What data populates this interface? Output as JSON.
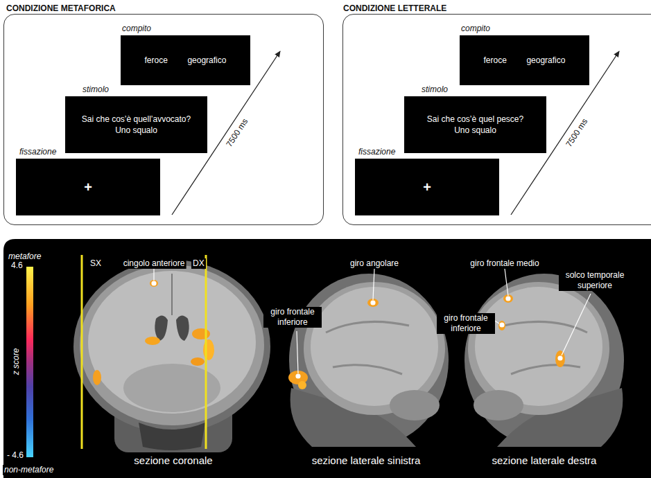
{
  "diagram": {
    "nodes": [
      {
        "text": [
          "CONDIZIONE METAFORICA"
        ]
      },
      {
        "text": [
          "fissazione",
          "+"
        ],
        "in": 0
      },
      {
        "text": [
          "stimolo",
          "Sai che cos’è quell’avvocato? Uno squalo"
        ],
        "in": 0
      },
      {
        "text": [
          "compito",
          "feroce",
          "geografico"
        ],
        "in": 0
      },
      {
        "text": [
          "CONDIZIONE LETTERALE"
        ]
      },
      {
        "text": [
          "fissazione",
          "+"
        ],
        "in": 4
      },
      {
        "text": [
          "stimolo",
          "Sai che cos’è quel pesce? Uno squalo"
        ],
        "in": 4
      },
      {
        "text": [
          "compito",
          "feroce",
          "geografico"
        ],
        "in": 4
      }
    ],
    "labels": [
      "7500 ms",
      "7500 ms",
      "metafore",
      "4.6",
      "z score",
      "- 4.6",
      "non-metafore",
      "SX",
      "DX",
      "cingolo anteriore",
      "giro frontale inferiore",
      "giro angolare",
      "giro frontale medio",
      "giro frontale inferiore",
      "solco temporale superiore",
      "sezione coronale",
      "sezione laterale sinistra",
      "sezione laterale destra"
    ]
  }
}
